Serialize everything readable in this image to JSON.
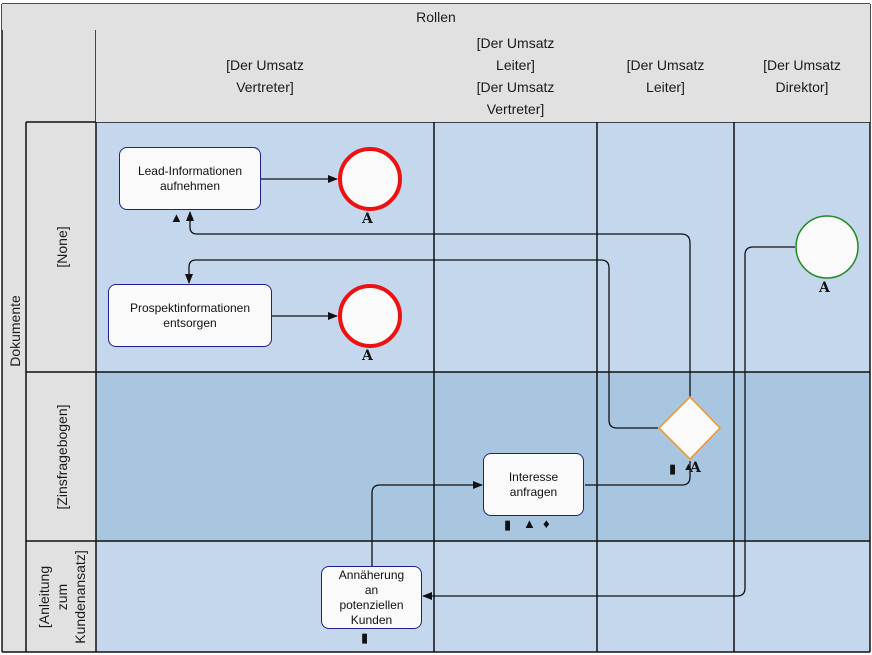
{
  "diagram": {
    "columns_header": "Rollen",
    "rows_header": "Dokumente",
    "columns": [
      {
        "label_lines": [
          "[Der Umsatz",
          "Vertreter]"
        ]
      },
      {
        "label_lines": [
          "[Der Umsatz",
          "Leiter]",
          "[Der Umsatz",
          "Vertreter]"
        ]
      },
      {
        "label_lines": [
          "[Der Umsatz",
          "Leiter]"
        ]
      },
      {
        "label_lines": [
          "[Der Umsatz",
          "Direktor]"
        ]
      }
    ],
    "rows": [
      {
        "label_lines": [
          "[None]"
        ]
      },
      {
        "label_lines": [
          "[Zinsfragebogen]"
        ]
      },
      {
        "label_lines": [
          "[Anleitung",
          "zum",
          "Kundenansatz]"
        ]
      }
    ],
    "tasks": [
      {
        "id": "lead",
        "label_lines": [
          "Lead-Informationen",
          "aufnehmen"
        ],
        "icons": [
          "warning-icon",
          "tag-icon"
        ]
      },
      {
        "id": "prospekt",
        "label_lines": [
          "Prospektinformationen",
          "entsorgen"
        ],
        "icons": []
      },
      {
        "id": "interesse",
        "label_lines": [
          "Interesse",
          "anfragen"
        ],
        "icons": [
          "document-icon",
          "warning-icon",
          "tag-icon"
        ]
      },
      {
        "id": "annaeherung",
        "label_lines": [
          "Annäherung",
          "an",
          "potenziellen",
          "Kunden"
        ],
        "icons": [
          "document-icon"
        ]
      }
    ],
    "events": [
      {
        "id": "end1",
        "type": "end",
        "label": "A",
        "color": "#ee1111"
      },
      {
        "id": "end2",
        "type": "end",
        "label": "A",
        "color": "#ee1111"
      },
      {
        "id": "start",
        "type": "start",
        "label": "A",
        "color": "#228b22"
      }
    ],
    "gateway": {
      "label": "A",
      "color": "#f0962a",
      "icons": [
        "document-icon",
        "warning-icon"
      ]
    },
    "colors": {
      "header_bg": "#e1e1e1",
      "lane_light": "#c5d7ec",
      "lane_dark": "#a9c6e1",
      "task_border": "#1f1f8f",
      "line": "#111111"
    }
  }
}
